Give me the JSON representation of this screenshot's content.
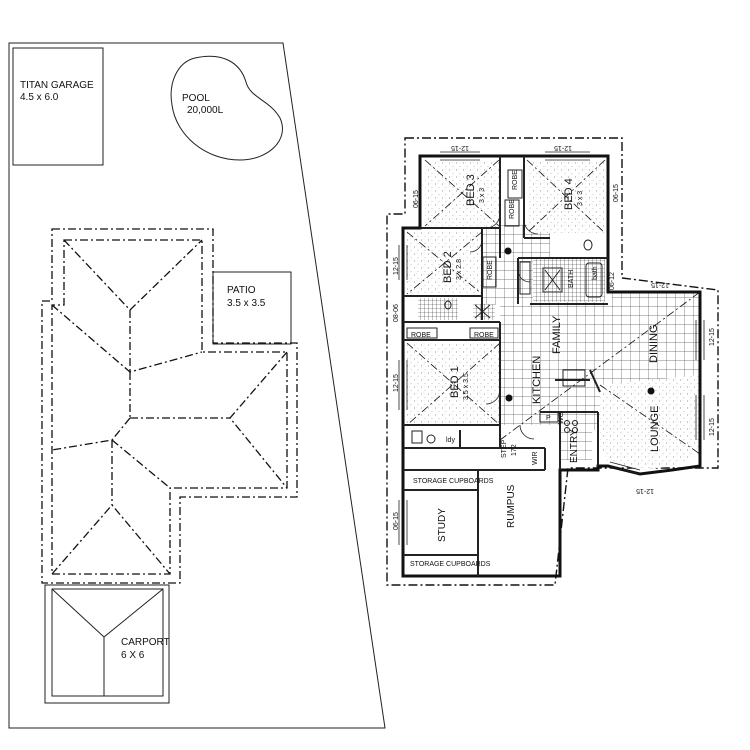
{
  "site": {
    "garage_name": "TITAN GARAGE",
    "garage_size": "4.5 x 6.0",
    "pool_name": "POOL",
    "pool_volume": "20,000L",
    "patio_name": "PATIO",
    "patio_size": "3.5 x 3.5",
    "carport_name": "CARPORT",
    "carport_size": "6 X 6"
  },
  "rooms": {
    "bed3": "BED 3",
    "bed3_size": "3 x 3",
    "bed4": "BED 4",
    "bed4_size": "3 x 3",
    "bed2": "BED 2",
    "bed2_size": "3 x 2.8",
    "bed1": "BED 1",
    "bed1_size": "3.5 x 3.5",
    "bath": "BATH",
    "bath_fixture": "bath",
    "family": "FAMILY",
    "dining": "DINING",
    "kitchen": "KITCHEN",
    "lounge": "LOUNGE",
    "entry": "ENTRY",
    "wir": "WIR",
    "rumpus": "RUMPUS",
    "study": "STUDY",
    "robe": "ROBE",
    "storage_top": "STORAGE CUPBOARDS",
    "storage_bottom": "STORAGE CUPBOARDS",
    "step": "STEP",
    "step_h": "172",
    "pantry": "P",
    "wo": "WO",
    "ldy": "ldy"
  },
  "dimensions": {
    "top_left": "12-15",
    "top_right": "12-15",
    "left_bed3": "06-15",
    "right_bed4": "06-15",
    "left_bed2": "12-15",
    "left_mid": "08-06",
    "left_bed1": "12-15",
    "right_family": "12-15",
    "right_lounge": "12-15",
    "bath_right": "06-12",
    "family_top": "12-15",
    "lounge_bottom": "12-15",
    "left_study": "06-15"
  }
}
